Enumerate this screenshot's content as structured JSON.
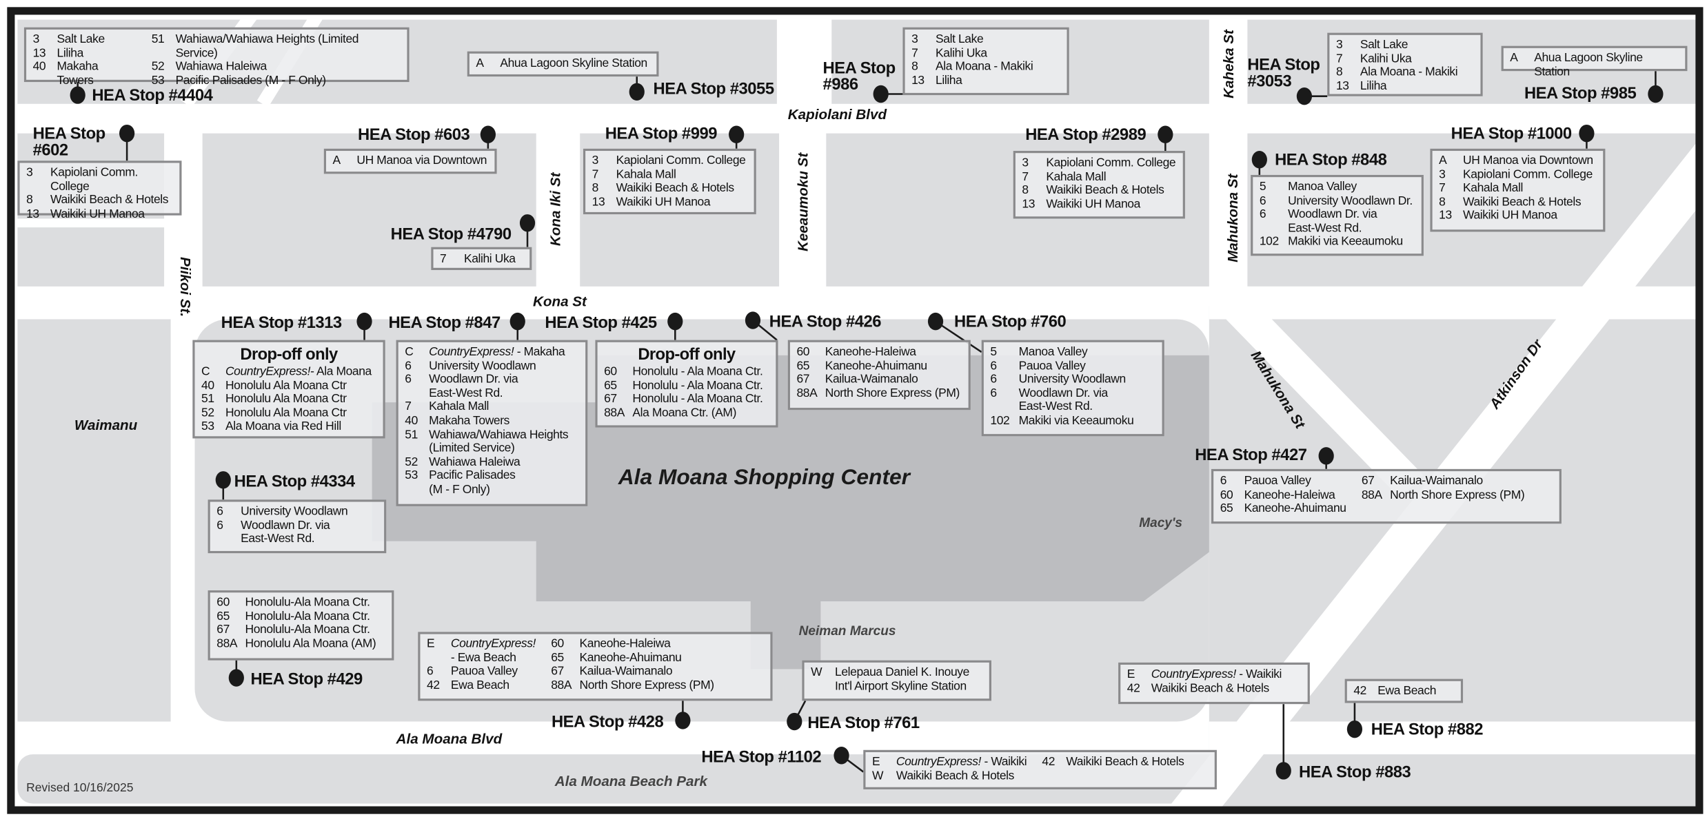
{
  "streets": {
    "kapiolani": "Kapiolani Blvd",
    "kaheka": "Kaheka St",
    "kona_iki": "Kona Iki St",
    "keeaumoku": "Keeaumoku St",
    "mahukona_v": "Mahukona St",
    "piikoi": "Piikoi St.",
    "kona": "Kona St",
    "waimanu": "Waimanu",
    "mahukona_d": "Mahukona St",
    "atkinson": "Atkinson Dr",
    "ala_moana_blvd": "Ala Moana Blvd"
  },
  "places": {
    "center": "Ala Moana Shopping Center",
    "macys": "Macy's",
    "neiman": "Neiman Marcus",
    "beach_park": "Ala Moana Beach Park"
  },
  "revised": "Revised 10/16/2025",
  "colors": {
    "block": "#dcdddf",
    "mall_inner": "#bcbdc0",
    "frame": "#1a1a1a",
    "dot": "#1a1a1a"
  },
  "stops": [
    {
      "id": "4404",
      "label": "HEA Stop #4404",
      "columns": [
        [
          {
            "n": "3",
            "t": "Salt Lake"
          },
          {
            "n": "13",
            "t": "Liliha"
          },
          {
            "n": "40",
            "t": "Makaha Towers"
          }
        ],
        [
          {
            "n": "51",
            "t": "Wahiawa/Wahiawa Heights (Limited Service)"
          },
          {
            "n": "52",
            "t": "Wahiawa Haleiwa"
          },
          {
            "n": "53",
            "t": "Pacific Palisades (M - F Only)"
          }
        ]
      ]
    },
    {
      "id": "3055",
      "label": "HEA Stop #3055",
      "columns": [
        [
          {
            "n": "A",
            "t": "Ahua Lagoon Skyline Station"
          }
        ]
      ]
    },
    {
      "id": "986",
      "label": "HEA Stop\n#986",
      "columns": [
        [
          {
            "n": "3",
            "t": "Salt Lake"
          },
          {
            "n": "7",
            "t": "Kalihi Uka"
          },
          {
            "n": "8",
            "t": "Ala Moana - Makiki"
          },
          {
            "n": "13",
            "t": "Liliha"
          }
        ]
      ]
    },
    {
      "id": "3053",
      "label": "HEA Stop\n#3053",
      "columns": [
        [
          {
            "n": "3",
            "t": "Salt Lake"
          },
          {
            "n": "7",
            "t": "Kalihi Uka"
          },
          {
            "n": "8",
            "t": "Ala Moana - Makiki"
          },
          {
            "n": "13",
            "t": "Liliha"
          }
        ]
      ]
    },
    {
      "id": "985",
      "label": "HEA Stop #985",
      "columns": [
        [
          {
            "n": "A",
            "t": "Ahua Lagoon Skyline Station"
          }
        ]
      ]
    },
    {
      "id": "602",
      "label": "HEA Stop\n#602",
      "columns": [
        [
          {
            "n": "3",
            "t": "Kapiolani Comm. College"
          },
          {
            "n": "8",
            "t": "Waikiki Beach & Hotels"
          },
          {
            "n": "13",
            "t": "Waikiki UH Manoa"
          }
        ]
      ]
    },
    {
      "id": "603",
      "label": "HEA Stop #603",
      "columns": [
        [
          {
            "n": "A",
            "t": "UH Manoa via Downtown"
          }
        ]
      ]
    },
    {
      "id": "999",
      "label": "HEA Stop #999",
      "columns": [
        [
          {
            "n": "3",
            "t": "Kapiolani Comm. College"
          },
          {
            "n": "7",
            "t": "Kahala Mall"
          },
          {
            "n": "8",
            "t": "Waikiki Beach & Hotels"
          },
          {
            "n": "13",
            "t": "Waikiki UH Manoa"
          }
        ]
      ]
    },
    {
      "id": "2989",
      "label": "HEA Stop #2989",
      "columns": [
        [
          {
            "n": "3",
            "t": "Kapiolani Comm. College"
          },
          {
            "n": "7",
            "t": "Kahala Mall"
          },
          {
            "n": "8",
            "t": "Waikiki Beach & Hotels"
          },
          {
            "n": "13",
            "t": "Waikiki UH Manoa"
          }
        ]
      ]
    },
    {
      "id": "848",
      "label": "HEA Stop #848",
      "columns": [
        [
          {
            "n": "5",
            "t": "Manoa Valley"
          },
          {
            "n": "6",
            "t": "University Woodlawn Dr."
          },
          {
            "n": "6",
            "t": "Woodlawn Dr. via\nEast-West Rd."
          },
          {
            "n": "102",
            "t": "Makiki via Keeaumoku"
          }
        ]
      ]
    },
    {
      "id": "1000",
      "label": "HEA Stop #1000",
      "columns": [
        [
          {
            "n": "A",
            "t": "UH Manoa via Downtown"
          },
          {
            "n": "3",
            "t": "Kapiolani Comm. College"
          },
          {
            "n": "7",
            "t": "Kahala Mall"
          },
          {
            "n": "8",
            "t": "Waikiki Beach & Hotels"
          },
          {
            "n": "13",
            "t": "Waikiki UH Manoa"
          }
        ]
      ]
    },
    {
      "id": "4790",
      "label": "HEA Stop #4790",
      "columns": [
        [
          {
            "n": "7",
            "t": "Kalihi Uka"
          }
        ]
      ]
    },
    {
      "id": "1313",
      "label": "HEA Stop #1313",
      "note": "Drop-off only",
      "columns": [
        [
          {
            "n": "C",
            "i": "CountryExpress!",
            "t": "- Ala Moana"
          },
          {
            "n": "40",
            "t": "Honolulu Ala Moana Ctr"
          },
          {
            "n": "51",
            "t": "Honolulu Ala Moana Ctr"
          },
          {
            "n": "52",
            "t": "Honolulu Ala Moana Ctr"
          },
          {
            "n": "53",
            "t": "Ala Moana via Red Hill"
          }
        ]
      ]
    },
    {
      "id": "847",
      "label": "HEA Stop #847",
      "columns": [
        [
          {
            "n": "C",
            "i": "CountryExpress!",
            "t": " - Makaha"
          },
          {
            "n": "6",
            "t": "University Woodlawn"
          },
          {
            "n": "6",
            "t": "Woodlawn Dr. via\nEast-West Rd."
          },
          {
            "n": "7",
            "t": "Kahala Mall"
          },
          {
            "n": "40",
            "t": "Makaha Towers"
          },
          {
            "n": "51",
            "t": "Wahiawa/Wahiawa Heights\n(Limited Service)"
          },
          {
            "n": "52",
            "t": "Wahiawa Haleiwa"
          },
          {
            "n": "53",
            "t": "Pacific Palisades\n(M - F Only)"
          }
        ]
      ]
    },
    {
      "id": "425",
      "label": "HEA Stop #425",
      "note": "Drop-off only",
      "columns": [
        [
          {
            "n": "60",
            "t": "Honolulu - Ala Moana Ctr."
          },
          {
            "n": "65",
            "t": "Honolulu - Ala Moana Ctr."
          },
          {
            "n": "67",
            "t": "Honolulu - Ala Moana Ctr."
          },
          {
            "n": "88A",
            "t": "Ala Moana Ctr. (AM)"
          }
        ]
      ]
    },
    {
      "id": "426",
      "label": "HEA Stop #426",
      "columns": [
        [
          {
            "n": "60",
            "t": "Kaneohe-Haleiwa"
          },
          {
            "n": "65",
            "t": "Kaneohe-Ahuimanu"
          },
          {
            "n": "67",
            "t": "Kailua-Waimanalo"
          },
          {
            "n": "88A",
            "t": "North Shore Express (PM)"
          }
        ]
      ]
    },
    {
      "id": "760",
      "label": "HEA Stop #760",
      "columns": [
        [
          {
            "n": "5",
            "t": "Manoa Valley"
          },
          {
            "n": "6",
            "t": "Pauoa Valley"
          },
          {
            "n": "6",
            "t": "University Woodlawn"
          },
          {
            "n": "6",
            "t": "Woodlawn Dr. via\nEast-West Rd."
          },
          {
            "n": "102",
            "t": "Makiki via Keeaumoku"
          }
        ]
      ]
    },
    {
      "id": "4334",
      "label": "HEA Stop #4334",
      "columns": [
        [
          {
            "n": "6",
            "t": "University Woodlawn"
          },
          {
            "n": "6",
            "t": "Woodlawn Dr. via\nEast-West Rd."
          }
        ]
      ]
    },
    {
      "id": "427",
      "label": "HEA Stop #427",
      "columns": [
        [
          {
            "n": "6",
            "t": "Pauoa Valley"
          },
          {
            "n": "60",
            "t": "Kaneohe-Haleiwa"
          },
          {
            "n": "65",
            "t": "Kaneohe-Ahuimanu"
          }
        ],
        [
          {
            "n": "67",
            "t": "Kailua-Waimanalo"
          },
          {
            "n": "88A",
            "t": "North Shore Express (PM)"
          }
        ]
      ]
    },
    {
      "id": "429",
      "label": "HEA Stop #429",
      "columns": [
        [
          {
            "n": "60",
            "t": "Honolulu-Ala Moana Ctr."
          },
          {
            "n": "65",
            "t": "Honolulu-Ala Moana Ctr."
          },
          {
            "n": "67",
            "t": "Honolulu-Ala Moana Ctr."
          },
          {
            "n": "88A",
            "t": "Honolulu Ala Moana (AM)"
          }
        ]
      ]
    },
    {
      "id": "428",
      "label": "HEA Stop #428",
      "columns": [
        [
          {
            "n": "E",
            "i": "CountryExpress!",
            "t": "\n- Ewa Beach"
          },
          {
            "n": "6",
            "t": "Pauoa Valley"
          },
          {
            "n": "42",
            "t": "Ewa Beach"
          }
        ],
        [
          {
            "n": "60",
            "t": "Kaneohe-Haleiwa"
          },
          {
            "n": "65",
            "t": "Kaneohe-Ahuimanu"
          },
          {
            "n": "67",
            "t": "Kailua-Waimanalo"
          },
          {
            "n": "88A",
            "t": "North Shore Express (PM)"
          }
        ]
      ]
    },
    {
      "id": "761",
      "label": "HEA Stop #761",
      "columns": [
        [
          {
            "n": "W",
            "t": "Lelepaua Daniel K. Inouye\nInt'l Airport Skyline Station"
          }
        ]
      ]
    },
    {
      "id": "883",
      "label": "HEA Stop #883",
      "columns": [
        [
          {
            "n": "E",
            "i": "CountryExpress!",
            "t": " - Waikiki"
          },
          {
            "n": "42",
            "t": "Waikiki Beach & Hotels"
          }
        ]
      ]
    },
    {
      "id": "882",
      "label": "HEA Stop #882",
      "columns": [
        [
          {
            "n": "42",
            "t": "Ewa Beach"
          }
        ]
      ]
    },
    {
      "id": "1102",
      "label": "HEA Stop #1102",
      "columns": [
        [
          {
            "n": "E",
            "i": "CountryExpress!",
            "t": " - Waikiki"
          },
          {
            "n": "W",
            "t": "Waikiki Beach & Hotels"
          }
        ],
        [
          {
            "n": "42",
            "t": "Waikiki Beach & Hotels"
          }
        ]
      ]
    }
  ]
}
